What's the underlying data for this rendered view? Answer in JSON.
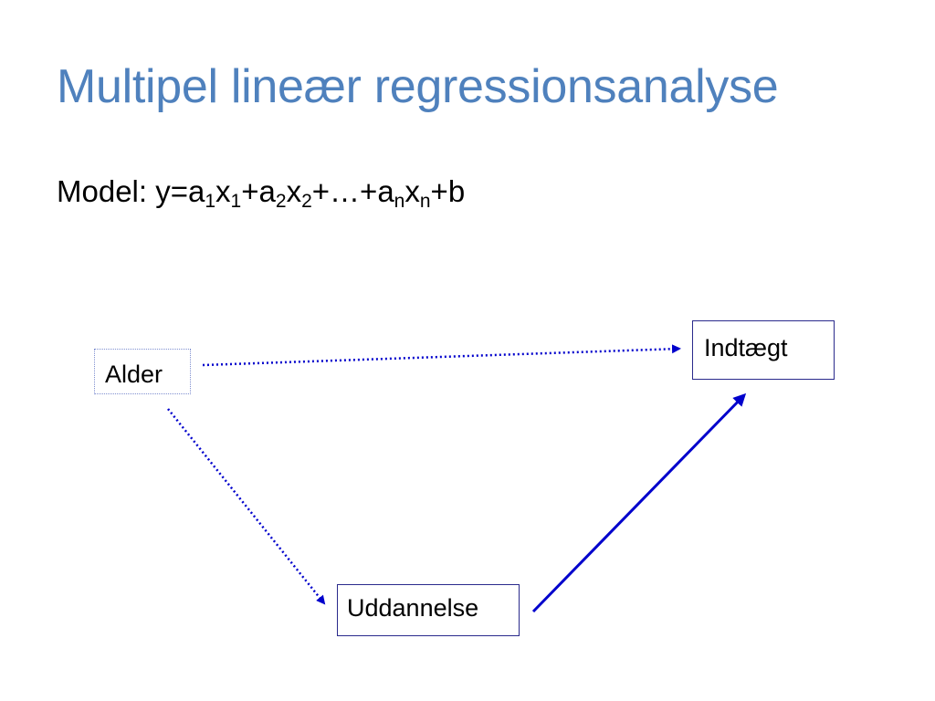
{
  "slide": {
    "title": "Multipel lineær regressionsanalyse",
    "title_color": "#4f81bd"
  },
  "model": {
    "prefix": "Model: y=",
    "terms": [
      {
        "coef": "a",
        "coef_sub": "1",
        "var": "x",
        "var_sub": "1"
      },
      {
        "coef": "a",
        "coef_sub": "2",
        "var": "x",
        "var_sub": "2"
      },
      {
        "coef": "a",
        "coef_sub": "n",
        "var": "x",
        "var_sub": "n"
      }
    ],
    "plus": "+",
    "ellipsis": "…",
    "intercept": "b"
  },
  "diagram": {
    "nodes": {
      "alder": "Alder",
      "indtaegt": "Indtægt",
      "uddannelse": "Uddannelse"
    },
    "edge_color": "#0000cc"
  }
}
